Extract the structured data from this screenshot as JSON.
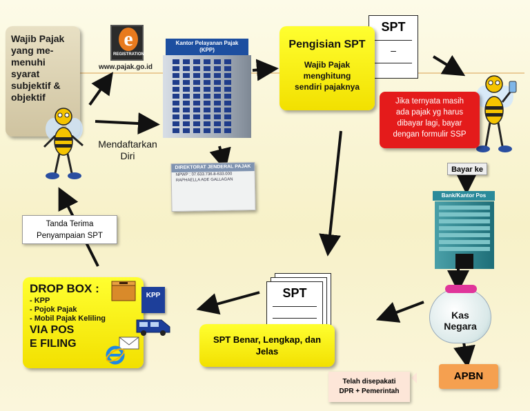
{
  "wajib_pajak": {
    "lines": [
      "Wajib Pajak",
      "yang me-",
      "menuhi",
      "syarat",
      "subjektif &",
      "objektif"
    ]
  },
  "ereg": {
    "letter": "e",
    "label": "REGISTRATION"
  },
  "website": "www.pajak.go.id",
  "kpp_building": {
    "label_line1": "Kantor Pelayanan Pajak",
    "label_line2": "(KPP)"
  },
  "mendaftarkan": {
    "line1": "Mendaftarkan",
    "line2": "Diri"
  },
  "npwp_card": {
    "header": "DIREKTORAT JENDERAL PAJAK",
    "number": "NPWP : 07.633.736.8-633.000",
    "name": "RAPHAELLA ADE GALLAGAN"
  },
  "spt_top": {
    "label": "SPT",
    "mark": "–"
  },
  "pengisian": {
    "title": "Pengisian SPT",
    "line1": "Wajib Pajak",
    "line2": "menghitung",
    "line3": "sendiri pajaknya"
  },
  "red_note": {
    "line1": "Jika ternyata masih",
    "line2": "ada pajak yg harus",
    "line3": "dibayar lagi, bayar",
    "line4": "dengan formulir SSP"
  },
  "bayar_ke": "Bayar ke",
  "bank": {
    "label": "Bank/Kantor Pos"
  },
  "kas_negara": {
    "line1": "Kas",
    "line2": "Negara"
  },
  "apbn": "APBN",
  "telah": {
    "line1": "Telah disepakati",
    "line2": "DPR + Pemerintah"
  },
  "spt_bottom": {
    "label": "SPT"
  },
  "spt_benar": {
    "line1": "SPT Benar, Lengkap, dan",
    "line2": "Jelas"
  },
  "drop_box": {
    "title": "DROP BOX :",
    "items": [
      "- KPP",
      "- Pojok Pajak",
      "- Mobil Pajak Keliling"
    ],
    "via_pos": "VIA POS",
    "efiling": "E FILING",
    "kpp_tag": "KPP"
  },
  "tanda_terima": {
    "line1": "Tanda Terima",
    "line2": "Penyampaian SPT"
  },
  "colors": {
    "yellow": "#f2e000",
    "red": "#e41b1b",
    "kpp_blue": "#1d4fa0",
    "bank_teal": "#2a8a9a",
    "apbn_orange": "#f5a050",
    "piggy_pink": "#e0359a"
  }
}
